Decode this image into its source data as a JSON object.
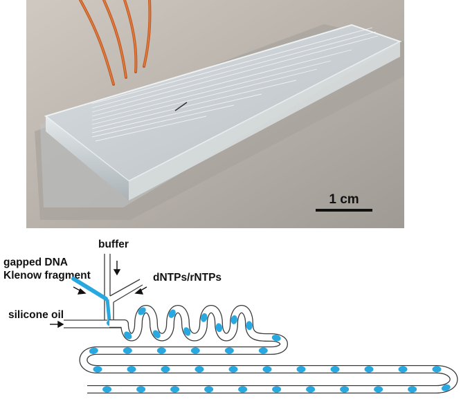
{
  "photo": {
    "scale_bar_label": "1 cm"
  },
  "diagram": {
    "labels": {
      "buffer": "buffer",
      "gapped_dna": "gapped DNA",
      "klenow": "Klenow fragment",
      "dntps": "dNTPs/rNTPs",
      "silicone_oil": "silicone oil"
    },
    "colors": {
      "droplet": "#29a8e0",
      "channel_wall": "#3a3a3a",
      "dna_inlet": "#29a8e0"
    }
  }
}
